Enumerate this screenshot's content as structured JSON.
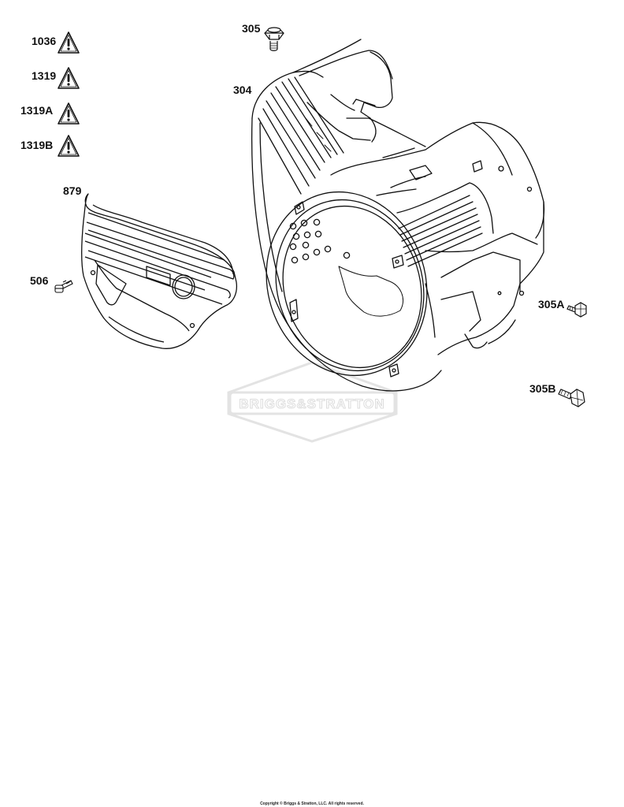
{
  "callouts": {
    "decal_1036": "1036",
    "decal_1319": "1319",
    "decal_1319a": "1319A",
    "decal_1319b": "1319B",
    "cover_879": "879",
    "screw_506": "506",
    "bolt_305": "305",
    "housing_304": "304",
    "bolt_305a": "305A",
    "bolt_305b": "305B"
  },
  "watermark": {
    "text": "BRIGGS&STRATTON"
  },
  "footer": {
    "copyright": "Copyright © Briggs & Stratton, LLC. All rights reserved."
  },
  "icons": {
    "warning": "warning-triangle-icon"
  },
  "colors": {
    "line": "#111111",
    "watermark": "#e6e6e6"
  }
}
